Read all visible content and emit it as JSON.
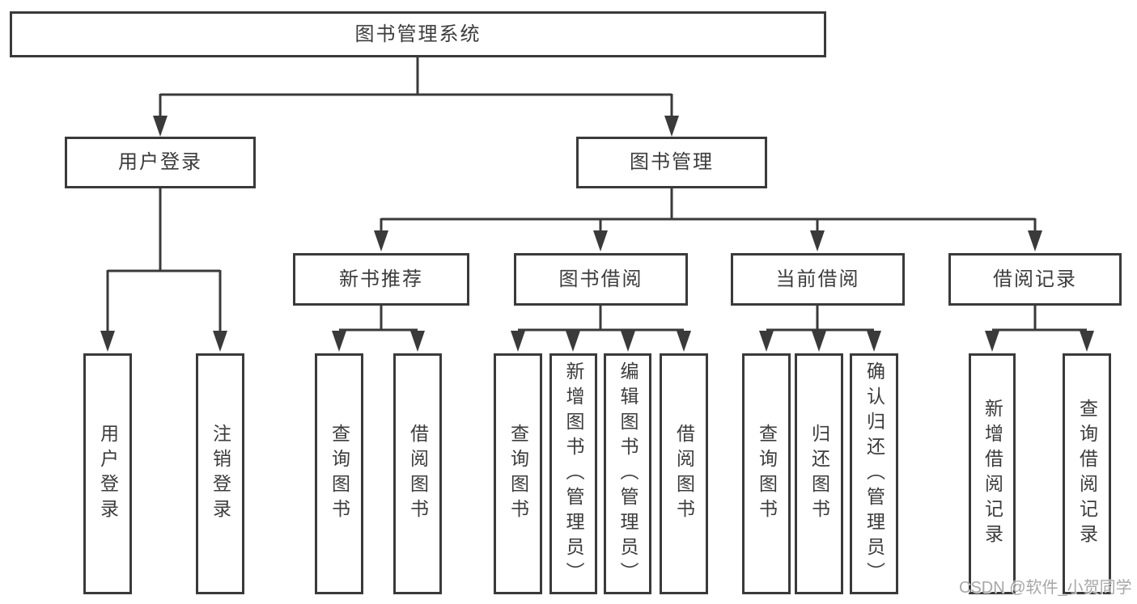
{
  "page": {
    "background_color": "#ffffff",
    "line_color": "#3a3a3a",
    "text_color": "#3c3c3c",
    "watermark_color": "#a0a0a0"
  },
  "diagram": {
    "type": "hierarchy-tree",
    "root": {
      "label": "图书管理系统"
    },
    "branches": [
      {
        "label": "用户登录",
        "children": [
          {
            "label": "用户登录"
          },
          {
            "label": "注销登录"
          }
        ]
      },
      {
        "label": "图书管理",
        "children": [
          {
            "label": "新书推荐",
            "children": [
              {
                "label": "查询图书"
              },
              {
                "label": "借阅图书"
              }
            ]
          },
          {
            "label": "图书借阅",
            "children": [
              {
                "label": "查询图书"
              },
              {
                "label": "新增图书（管理员）"
              },
              {
                "label": "编辑图书（管理员）"
              },
              {
                "label": "借阅图书"
              }
            ]
          },
          {
            "label": "当前借阅",
            "children": [
              {
                "label": "查询图书"
              },
              {
                "label": "归还图书"
              },
              {
                "label": "确认归还（管理员）"
              }
            ]
          },
          {
            "label": "借阅记录",
            "children": [
              {
                "label": "新增借阅记录"
              },
              {
                "label": "查询借阅记录"
              }
            ]
          }
        ]
      }
    ]
  },
  "watermark": {
    "text": "CSDN @软件_小贺同学"
  }
}
